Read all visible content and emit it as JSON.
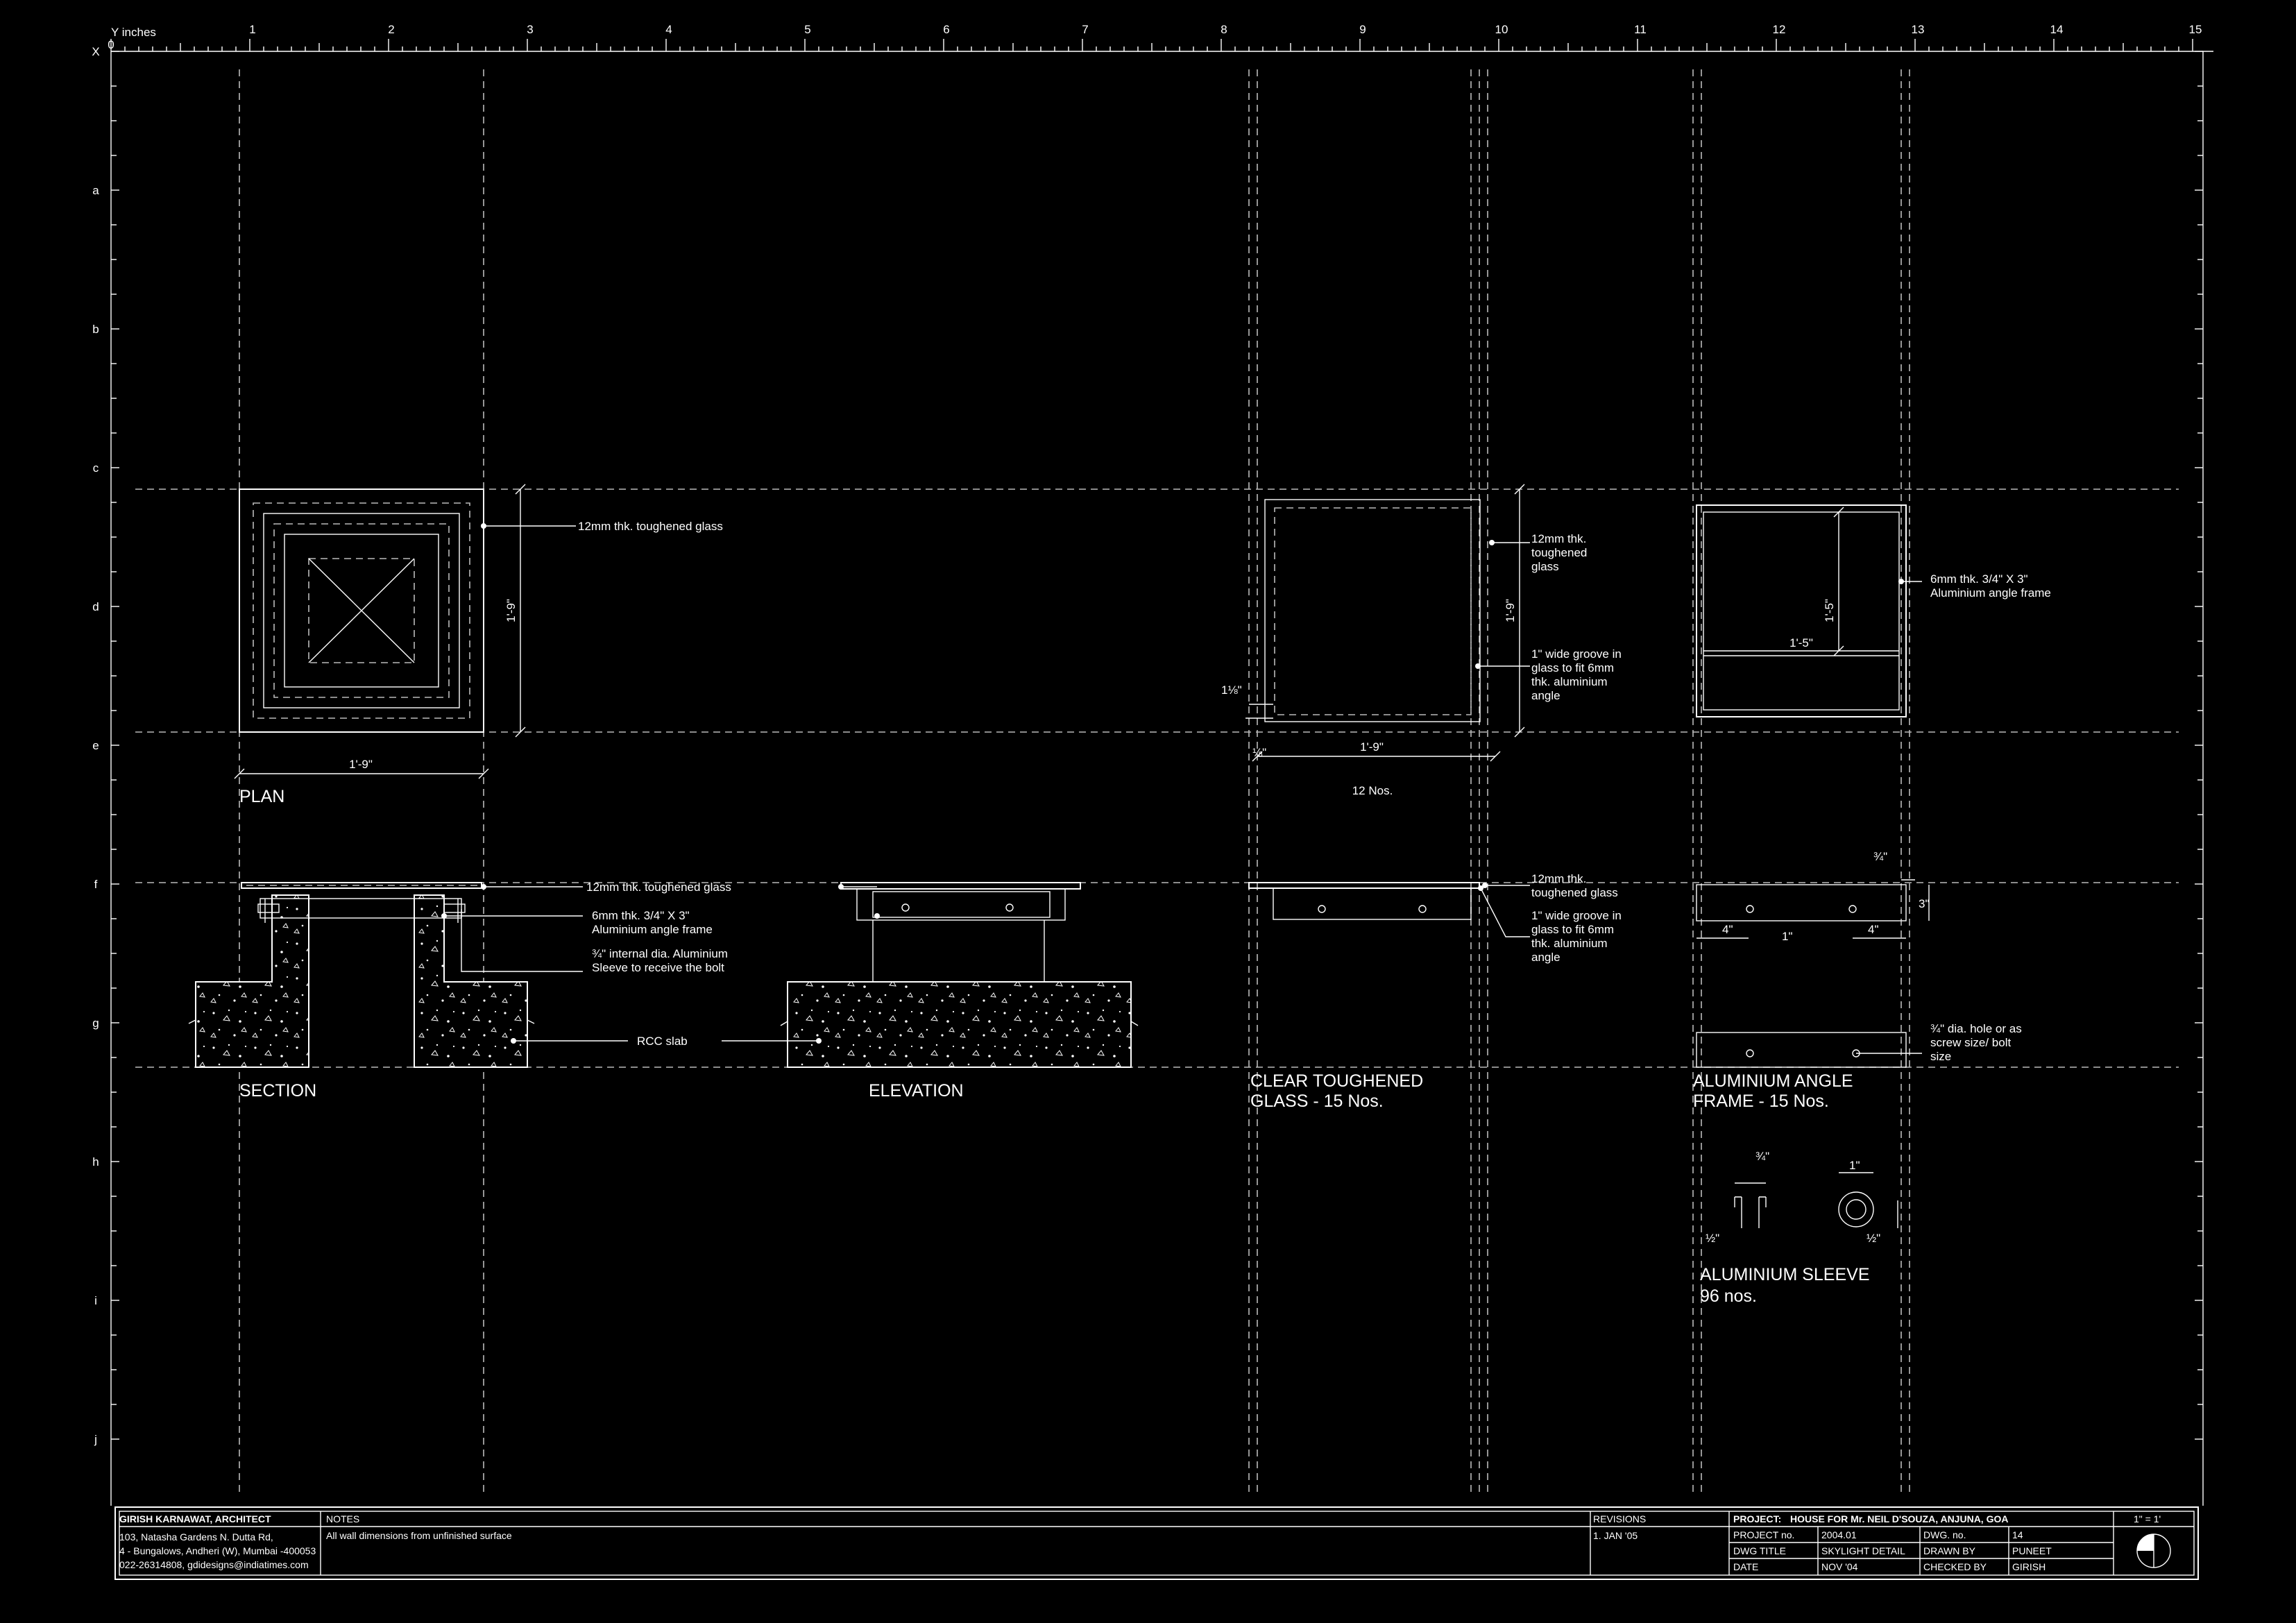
{
  "ruler": {
    "unit_label": "Y inches",
    "x_ticks": [
      "0",
      "1",
      "2",
      "3",
      "4",
      "5",
      "6",
      "7",
      "8",
      "9",
      "10",
      "11",
      "12",
      "13",
      "14",
      "15"
    ],
    "y_ticks": [
      "X",
      "a",
      "b",
      "c",
      "d",
      "e",
      "f",
      "g",
      "h",
      "i",
      "j"
    ]
  },
  "plan": {
    "title": "PLAN",
    "glass_label": "12mm thk. toughened glass",
    "dim_h": "1'-9\"",
    "dim_v": "1'-9\""
  },
  "section": {
    "title": "SECTION",
    "glass_label": "12mm thk. toughened glass",
    "frame_label_1": "6mm thk. 3/4\" X 3\"",
    "frame_label_2": "Aluminium angle frame",
    "sleeve_label_1": "¾\" internal dia. Aluminium",
    "sleeve_label_2": "Sleeve to receive the bolt",
    "slab_label": "RCC slab"
  },
  "elevation": {
    "title": "ELEVATION"
  },
  "glass": {
    "title_1": "CLEAR TOUGHENED",
    "title_2": "GLASS - 15 Nos.",
    "count": "12 Nos.",
    "dim_h": "1'-9\"",
    "dim_v": "1'-9\"",
    "dim_small": "1⅛\"",
    "dim_tiny": "⅛\"",
    "label_a_1": "12mm thk.",
    "label_a_2": "toughened",
    "label_a_3": "glass",
    "label_b_1": "1\" wide groove in",
    "label_b_2": "glass to fit 6mm",
    "label_b_3": "thk. aluminium",
    "label_b_4": "angle",
    "label_c_1": "12mm thk.",
    "label_c_2": "toughened glass",
    "label_d_1": "1\" wide groove in",
    "label_d_2": "glass to fit 6mm",
    "label_d_3": "thk. aluminium",
    "label_d_4": "angle"
  },
  "frame": {
    "title_1": "ALUMINIUM ANGLE",
    "title_2": "FRAME - 15 Nos.",
    "dim_h": "1'-5\"",
    "dim_v": "1'-5\"",
    "label_1": "6mm thk. 3/4\" X 3\"",
    "label_2": "Aluminium angle frame",
    "dim_top": "¾\"",
    "dim_side": "3\"",
    "dim_left": "4\"",
    "dim_mid": "1\"",
    "dim_right": "4\"",
    "hole_1": "¾\" dia. hole or as",
    "hole_2": "screw size/ bolt",
    "hole_3": "size"
  },
  "sleeve": {
    "title": "ALUMINIUM SLEEVE",
    "count": "96 nos.",
    "dim_a": "¾\"",
    "dim_b": "1\"",
    "dim_c": "½\"",
    "dim_d": "½\""
  },
  "title_block": {
    "architect": "GIRISH KARNAWAT, ARCHITECT",
    "address_1": "103, Natasha Gardens N. Dutta Rd,",
    "address_2": "4 - Bungalows, Andheri (W), Mumbai -400053",
    "address_3": "022-26314808, gdidesigns@indiatimes.com",
    "notes_head": "NOTES",
    "notes_body": "All wall dimensions from unfinished surface",
    "revisions_head": "REVISIONS",
    "revision_1": "1. JAN '05",
    "project_label": "PROJECT:",
    "project_value": "HOUSE FOR Mr. NEIL D'SOUZA, ANJUNA, GOA",
    "project_no_label": "PROJECT no.",
    "project_no": "2004.01",
    "dwg_no_label": "DWG. no.",
    "dwg_no": "14",
    "dwg_title_label": "DWG TITLE",
    "dwg_title": "SKYLIGHT DETAIL",
    "drawn_by_label": "DRAWN BY",
    "drawn_by": "PUNEET",
    "date_label": "DATE",
    "date": "NOV '04",
    "checked_by_label": "CHECKED BY",
    "checked_by": "GIRISH",
    "scale": "1\" = 1'"
  }
}
